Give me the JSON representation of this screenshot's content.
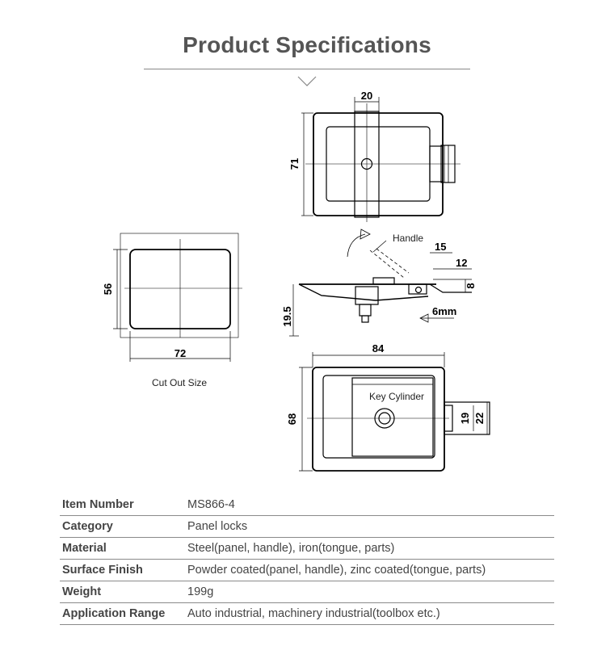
{
  "title": "Product Specifications",
  "drawing": {
    "top_view": {
      "width_label": "20",
      "height_label": "71"
    },
    "side_view": {
      "handle_label": "Handle",
      "dims": [
        "15",
        "12",
        "8",
        "19.5",
        "6mm"
      ]
    },
    "front_view": {
      "width_label": "84",
      "height_label": "68",
      "key_label": "Key Cylinder",
      "dims": [
        "19",
        "22"
      ]
    },
    "cutout": {
      "width_label": "72",
      "height_label": "56",
      "caption": "Cut Out Size"
    }
  },
  "specs": [
    {
      "label": "Item Number",
      "value": "MS866-4"
    },
    {
      "label": "Category",
      "value": "Panel locks"
    },
    {
      "label": "Material",
      "value": "Steel(panel, handle), iron(tongue, parts)"
    },
    {
      "label": "Surface Finish",
      "value": "Powder coated(panel, handle), zinc coated(tongue, parts)"
    },
    {
      "label": "Weight",
      "value": "199g"
    },
    {
      "label": "Application Range",
      "value": "Auto industrial, machinery industrial(toolbox etc.)"
    }
  ]
}
